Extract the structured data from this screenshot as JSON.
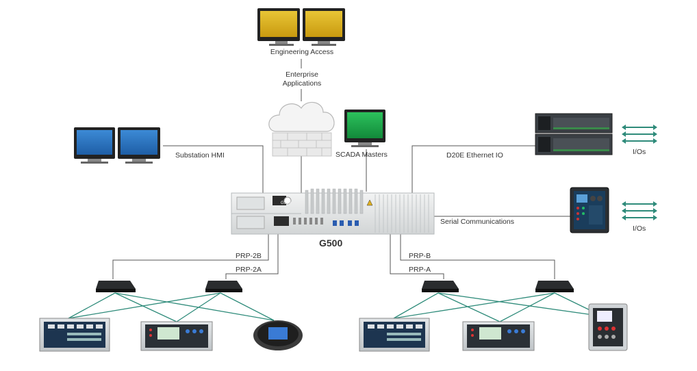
{
  "labels": {
    "engineering_access": "Engineering Access",
    "enterprise_applications": "Enterprise\nApplications",
    "substation_hmi": "Substation HMI",
    "scada_masters": "SCADA Masters",
    "d20e_ethernet_io": "D20E Ethernet IO",
    "serial_communications": "Serial Communications",
    "ios_top": "I/Os",
    "ios_bottom": "I/Os",
    "g500": "G500",
    "prp_2b": "PRP-2B",
    "prp_2a": "PRP-2A",
    "prp_b": "PRP-B",
    "prp_a": "PRP-A"
  },
  "device_text": {
    "g500_badge": "G500"
  },
  "colors": {
    "green_link": "#2e8b7a",
    "dark_line": "#555555",
    "engineering_monitor": "#d9b21c",
    "hmi_monitor": "#2f78c4",
    "scada_monitor": "#19a34a"
  }
}
